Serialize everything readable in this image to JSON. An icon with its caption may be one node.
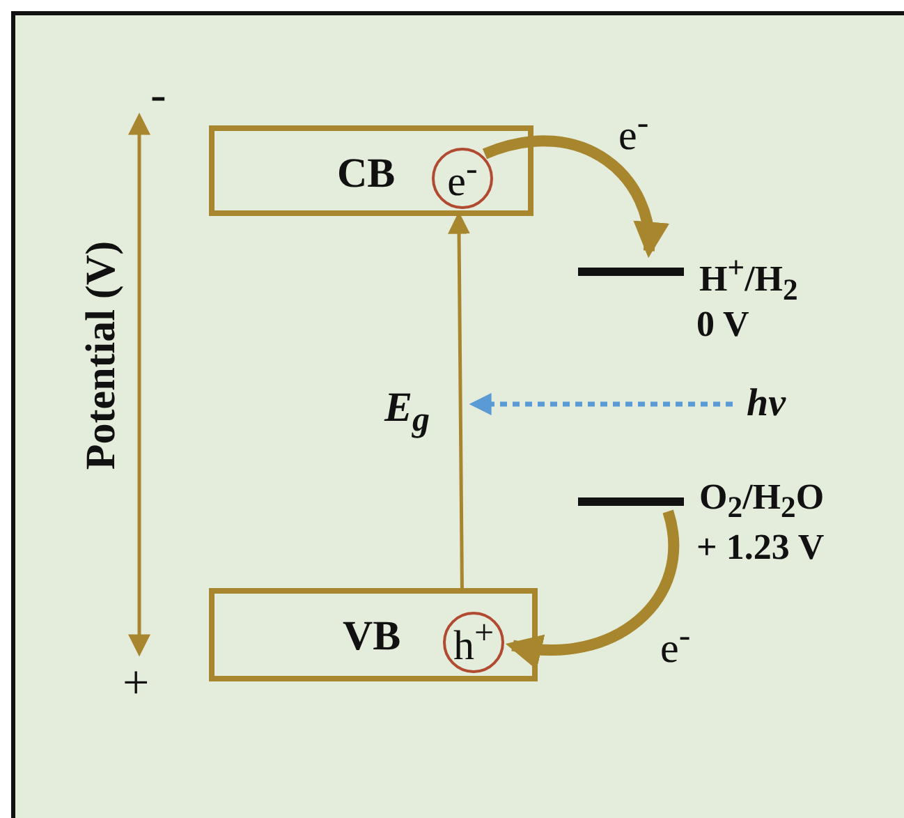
{
  "diagram": {
    "nodes": [
      {
        "text": [
          "CB"
        ]
      },
      {
        "text": [
          "e$^{-}$"
        ],
        "in": 0
      },
      {
        "text": [
          "VB"
        ]
      },
      {
        "text": [
          "h$^{+}$"
        ],
        "in": 2
      },
      {
        "text": [],
        "shape": "bar",
        "beside": [
          "H$^{+}$/H$_{2}$",
          "0 V"
        ]
      },
      {
        "text": [],
        "shape": "bar",
        "beside": [
          "O$_{2}$/H$_{2}$O",
          "+ 1.23 V"
        ]
      },
      {
        "text": [
          "hv"
        ]
      }
    ],
    "edges": [
      {
        "from": 2,
        "to": 0,
        "arrow": "to",
        "label": "E$_{g}$"
      },
      {
        "from": 1,
        "to": 4,
        "arrow": "to",
        "label": "e$^{-}$",
        "style": "thick"
      },
      {
        "from": 5,
        "to": 3,
        "arrow": "to",
        "label": "e$^{-}$",
        "style": "thick"
      },
      {
        "from": 6,
        "to": null,
        "arrow": "to",
        "style": "dashed",
        "color": "#5b9bd5"
      }
    ],
    "labels": [
      "Potential (V)",
      "-",
      "+"
    ]
  }
}
